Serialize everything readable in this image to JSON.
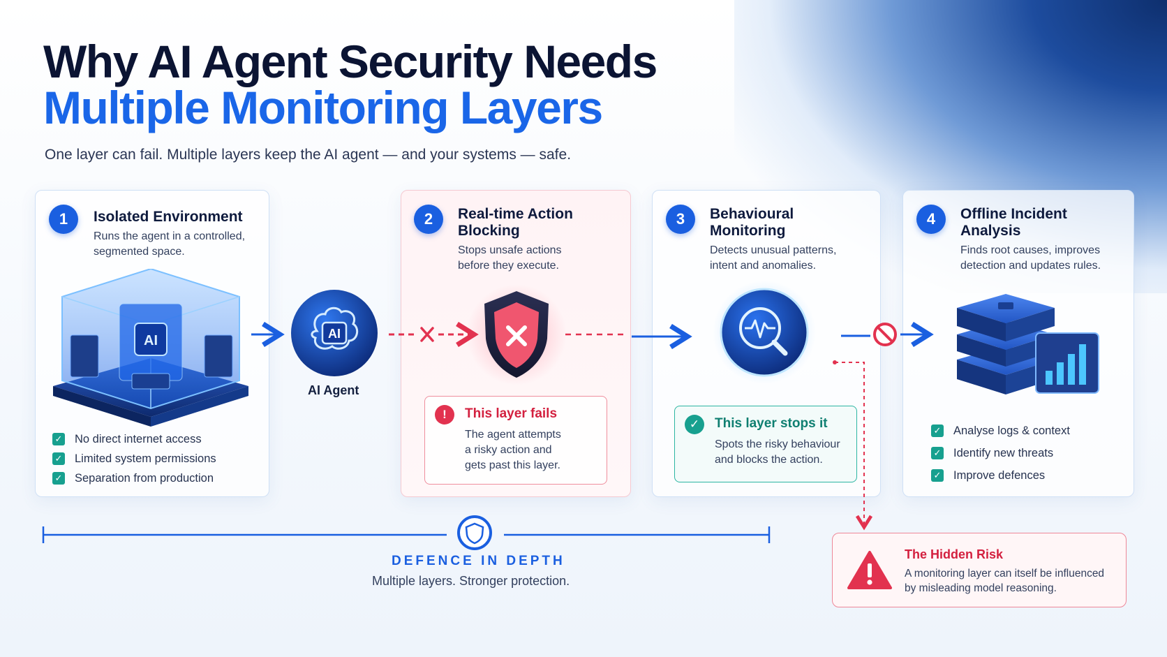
{
  "header": {
    "title_line1": "Why AI Agent Security Needs",
    "title_line2": "Multiple Monitoring Layers",
    "subtitle": "One layer can fail. Multiple layers keep the AI agent — and your systems — safe."
  },
  "colors": {
    "accent_blue": "#1a66e8",
    "navy": "#0b1433",
    "fail_red": "#e2324f",
    "ok_teal": "#17a08f"
  },
  "layers": [
    {
      "number": "1",
      "title": "Isolated Environment",
      "description": "Runs the agent in a controlled, segmented space.",
      "icon": "isolated-datacenter-icon",
      "checks": [
        "No direct internet access",
        "Limited system permissions",
        "Separation from production"
      ]
    },
    {
      "number": "2",
      "title": "Real-time Action Blocking",
      "description": "Stops unsafe actions before they execute.",
      "icon": "shield-x-icon",
      "status": {
        "title": "This layer fails",
        "text": "The agent attempts a risky action and gets past this layer."
      }
    },
    {
      "number": "3",
      "title": "Behavioural Monitoring",
      "description": "Detects unusual patterns, intent and anomalies.",
      "icon": "magnifier-pulse-icon",
      "status": {
        "title": "This layer stops it",
        "text": "Spots the risky behaviour and blocks the action."
      }
    },
    {
      "number": "4",
      "title": "Offline Incident Analysis",
      "description": "Finds root causes, improves detection and updates rules.",
      "icon": "server-chart-icon",
      "checks": [
        "Analyse logs & context",
        "Identify new threats",
        "Improve defences"
      ]
    }
  ],
  "agent": {
    "badge": "AI",
    "label": "AI Agent"
  },
  "defence": {
    "title": "DEFENCE IN DEPTH",
    "subtitle": "Multiple layers. Stronger protection."
  },
  "hidden_risk": {
    "title": "The Hidden Risk",
    "text": "A monitoring layer can itself be influenced by misleading model reasoning."
  }
}
